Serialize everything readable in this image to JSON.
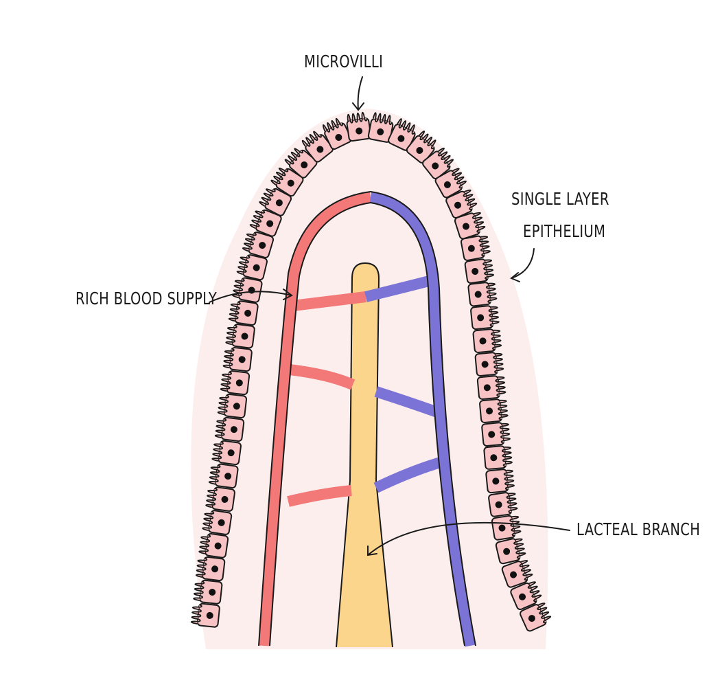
{
  "labels": {
    "microvilli": "MICROVILLI",
    "single_layer_line1": "SINGLE LAYER",
    "single_layer_line2": "EPITHELIUM",
    "rich_blood_supply": "RICH BLOOD SUPPLY",
    "lacteal_branch": "LACTEAL BRANCH"
  },
  "colors": {
    "background": "#ffffff",
    "villus_interior": "#fdeeee",
    "epithelial_cell": "#f7c3c4",
    "nucleus": "#111111",
    "artery": "#f37878",
    "vein": "#7b74d6",
    "lacteal": "#fbd58b",
    "outline": "#1a1a1a"
  }
}
